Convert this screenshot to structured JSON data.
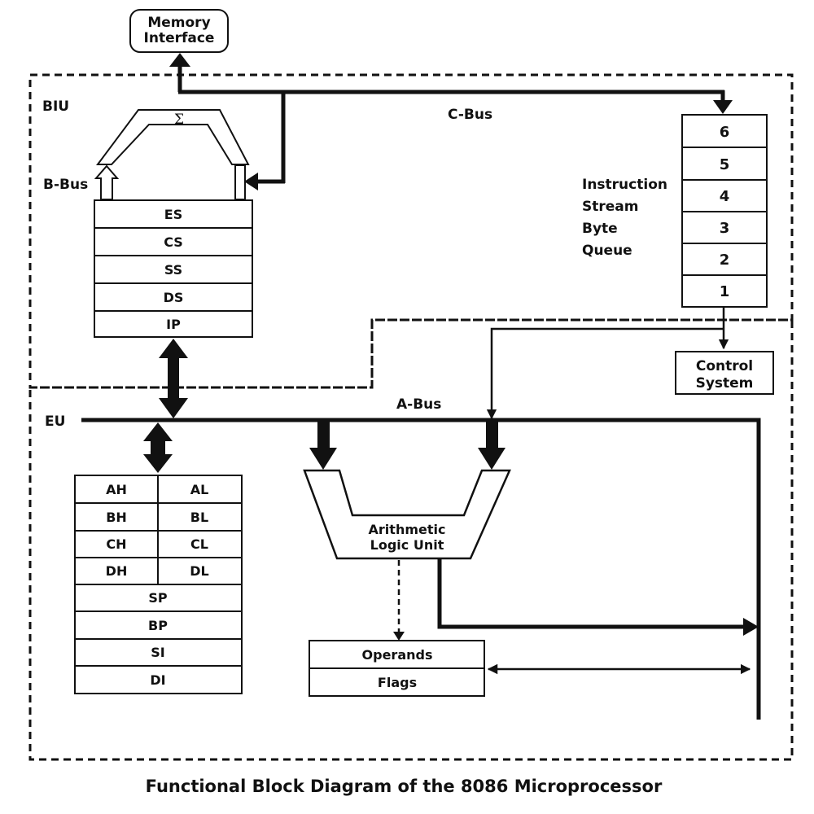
{
  "memory_interface": {
    "line1": "Memory",
    "line2": "Interface"
  },
  "biu_label": "BIU",
  "eu_label": "EU",
  "c_bus_label": "C-Bus",
  "b_bus_label": "B-Bus",
  "a_bus_label": "A-Bus",
  "sigma": "Σ",
  "segment_registers": [
    "ES",
    "CS",
    "SS",
    "DS",
    "IP"
  ],
  "queue": {
    "label_lines": [
      "Instruction",
      "Stream",
      "Byte",
      "Queue"
    ],
    "slots": [
      "6",
      "5",
      "4",
      "3",
      "2",
      "1"
    ]
  },
  "control_system": {
    "line1": "Control",
    "line2": "System"
  },
  "general_registers": [
    [
      "AH",
      "AL"
    ],
    [
      "BH",
      "BL"
    ],
    [
      "CH",
      "CL"
    ],
    [
      "DH",
      "DL"
    ]
  ],
  "pointer_registers": [
    "SP",
    "BP",
    "SI",
    "DI"
  ],
  "alu": {
    "line1": "Arithmetic",
    "line2": "Logic Unit"
  },
  "operands_label": "Operands",
  "flags_label": "Flags",
  "caption": "Functional Block Diagram of the 8086 Microprocessor"
}
